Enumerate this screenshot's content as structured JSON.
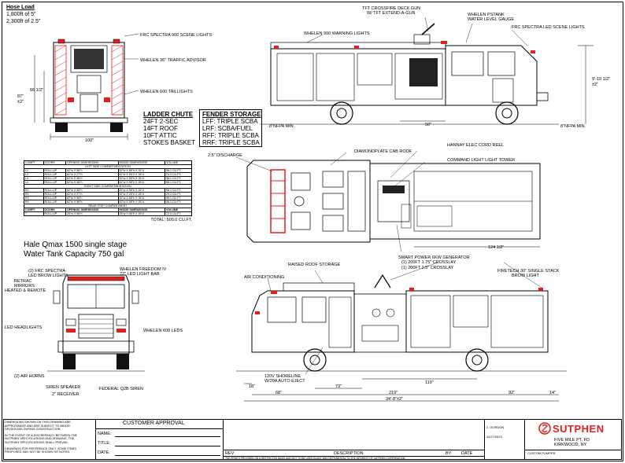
{
  "hose_load": {
    "title": "Hose Load",
    "line1": "1,800ft of 5\"",
    "line2": "2,300ft of 2.5\""
  },
  "rear_view": {
    "labels": {
      "frc": "FRC SPECTRA 900 SCENE LIGHTS",
      "advisor": "WHELEN 36\" TRAFFIC ADVISOR",
      "taillights": "WHELEN 600 TAILLIGHTS"
    },
    "dims": {
      "h1": "66 1/2\"",
      "h2": "87\"",
      "h2b": "±2\"",
      "width": "100\""
    }
  },
  "ladder_chute": {
    "title": "LADDER CHUTE",
    "items": [
      "24FT 2-SEC",
      "14FT ROOF",
      "10FT ATTIC",
      "STOKES BASKET"
    ]
  },
  "fender_storage": {
    "title": "FENDER STORAGE",
    "items": [
      "LFF: TRIPLE SCBA",
      "LRF: SCBA/FUEL",
      "RFF: TRIPLE SCBA",
      "RRF: TRIPLE SCBA"
    ]
  },
  "side_view_top": {
    "labels": {
      "deckgun": "TFT CROSSFIRE DECK GUN",
      "deckgun2": "W/ TFT EXTEND-A-GUN",
      "pstank": "WHELEN PSTANK",
      "pstank2": "WATER LEVEL GAUGE",
      "frcled": "FRC SPECTRA LED SCENE LIGHTS",
      "warning": "WHELEN 900 WARNING LIGHTS"
    },
    "dims": {
      "height": "9'-10 1/2\"",
      "height_tol": "±2\"",
      "nfpa_left": "8\"NFPA MIN.",
      "nfpa_right": "8\"NFPA MIN.",
      "mid": "50\""
    }
  },
  "plan_view": {
    "labels": {
      "discharge": "2.5\" DISCHARGE",
      "diamondplate": "DIAMONDPLATE CAB ROOF",
      "hannay": "HANNAY ELEC CORD REEL",
      "tower": "COMMAND LIGHT LIGHT TOWER",
      "generator": "SMART POWER 6KW GENERATOR"
    },
    "dims": {
      "length": "124 1/2\""
    }
  },
  "compartments": {
    "title_left": "LEFT SIDE COMPARTMENTATION",
    "title_right": "RIGHT SIDE COMPARTMENTATION",
    "title_rear": "REAR STEP COMPARTMENT",
    "headers": [
      "COMPT",
      "DOORS",
      "OPENING DIMENSIONS",
      "INSIDE DIMENSIONS",
      "VOLUME"
    ],
    "left_rows": [
      [
        "L1",
        "ROLL-UP",
        "62\"w X 58\"h",
        "62\"w X 58\"h X 26\"d",
        "58.1 CU.FT."
      ],
      [
        "L2",
        "ROLL-UP",
        "62\"w X 27\"h",
        "62\"w X 26\"h X 26\"d",
        "24.2 CU.FT."
      ],
      [
        "L3",
        "ROLL-UP",
        "62\"w X 58\"h",
        "62\"w X 58\"h X 26\"d",
        "58.1 CU.FT."
      ],
      [
        "L4",
        "ROLL-UP",
        "62\"w X 58\"h",
        "62\"w X 58\"h X 26\"d",
        "58.1 CU.FT."
      ]
    ],
    "right_rows": [
      [
        "R1",
        "ROLL-UP",
        "62\"w X 58\"h",
        "62\"w X 58\"h X 26\"d",
        "58.1 CU.FT."
      ],
      [
        "R2",
        "ROLL-UP",
        "62\"w X 27\"h",
        "62\"w X 26\"h X 26\"d",
        "24.2 CU.FT."
      ],
      [
        "R3",
        "ROLL-UP",
        "62\"w X 58\"h",
        "62\"w X 58\"h X 26\"d",
        "58.1 CU.FT."
      ],
      [
        "R4",
        "ROLL-UP",
        "62\"w X 58\"h",
        "62\"w X 58\"h X 26\"d",
        "58.1 CU.FT."
      ]
    ],
    "rear_headers": [
      "COMPT",
      "DOORS",
      "OPENING DIMENSIONS",
      "INSIDE DIMENSIONS",
      "VOLUME"
    ],
    "rear_rows": [
      [
        "T",
        "ROLL-UP",
        "26\"w X 56\"h",
        "26\"w X 56\"h X 26\"d",
        "22.0 CU.FT."
      ]
    ],
    "total": "TOTAL: 500.0 CU.FT."
  },
  "pump": {
    "line1": "Hale Qmax 1500 single stage",
    "line2": "Water Tank Capacity 750 gal"
  },
  "front_view": {
    "labels": {
      "frc_brow": "(2) FRC SPECTRA",
      "frc_brow2": "LED BROW LIGHTS",
      "freedom": "WHELEN FREEDOM IV",
      "freedom2": "72\" LED LIGHT BAR",
      "mirrors": "RETRAC",
      "mirrors2": "MIRRORS",
      "mirrors3": "HEATED & REMOTE",
      "headlights": "LED HEADLIGHTS",
      "leds600": "WHELEN 600 LEDS",
      "airhorns": "(2)  AIR HORNS",
      "siren_speaker": "SIREN SPEAKER",
      "receiver": "2\" RECEIVER",
      "federal": "FEDERAL Q2B SIREN"
    }
  },
  "side_view_bottom": {
    "labels": {
      "raised_roof": "RAISED ROOF STORAGE",
      "ac": "AIR CONDITIONING",
      "crosslay1": "(1) 200FT 1.75\" CROSSLAY",
      "crosslay2": "(1) 200FT 2.5\" CROSSLAY",
      "firetech": "FIRETECH 30\" SINGLE STACK",
      "firetech2": "BROW LIGHT",
      "shoreline": "120V SHORELINE",
      "shoreline2": "W/20A AUTO EJECT"
    },
    "dims": {
      "d18": "18\"",
      "d73": "73\"",
      "d119": "119\"",
      "d68": "68\"",
      "d219": "219\"",
      "d92": "92\"",
      "d14": "14\"",
      "overall": "34'-8\"±2\""
    }
  },
  "title_block": {
    "notes": [
      "DIMENSIONS SHOWN ON THIS DRAWING ARE",
      "APPROXIMATE AND ARE SUBJECT TO MINOR",
      "DEVIATIONS DURING CONSTRUCTION.",
      "IN THE EVENT OF A DISCREPANCY BETWEEN THE",
      "SUTPHEN SPECIFICATIONS AND DRAWING, THE",
      "SUTPHEN SPECIFICATIONS SHALL PREVAIL.",
      "DRAWINGS FOR REFERENCE ONLY. SOME ITEMS",
      "PROPOSED MAY NOT BE SHOWN OR NOTED."
    ],
    "approval": "CUSTOMER APPROVAL",
    "name": "NAME:",
    "title": "TITLE:",
    "date": "DATE:",
    "rev": "REV",
    "description": "DESCRIPTION",
    "by": "BY",
    "date_col": "DATE",
    "drawn": "J. GORDON",
    "drawn_date": "11/27/2023",
    "brand": "SUTPHEN",
    "customer1": "FIVE MILE PT, FD",
    "customer2": "KIRKWOOD, NY",
    "model": "CUSTOM PUMPER",
    "footer": "THE PRINTS PROVIDED ON A RESTRICTED BASIS AND NOT TO BE USED IN ANY WAY DETRIMENTAL TO THE INTEREST OF SUTPHEN CORPORATION."
  },
  "colors": {
    "red": "#e02020",
    "line": "#000000"
  }
}
